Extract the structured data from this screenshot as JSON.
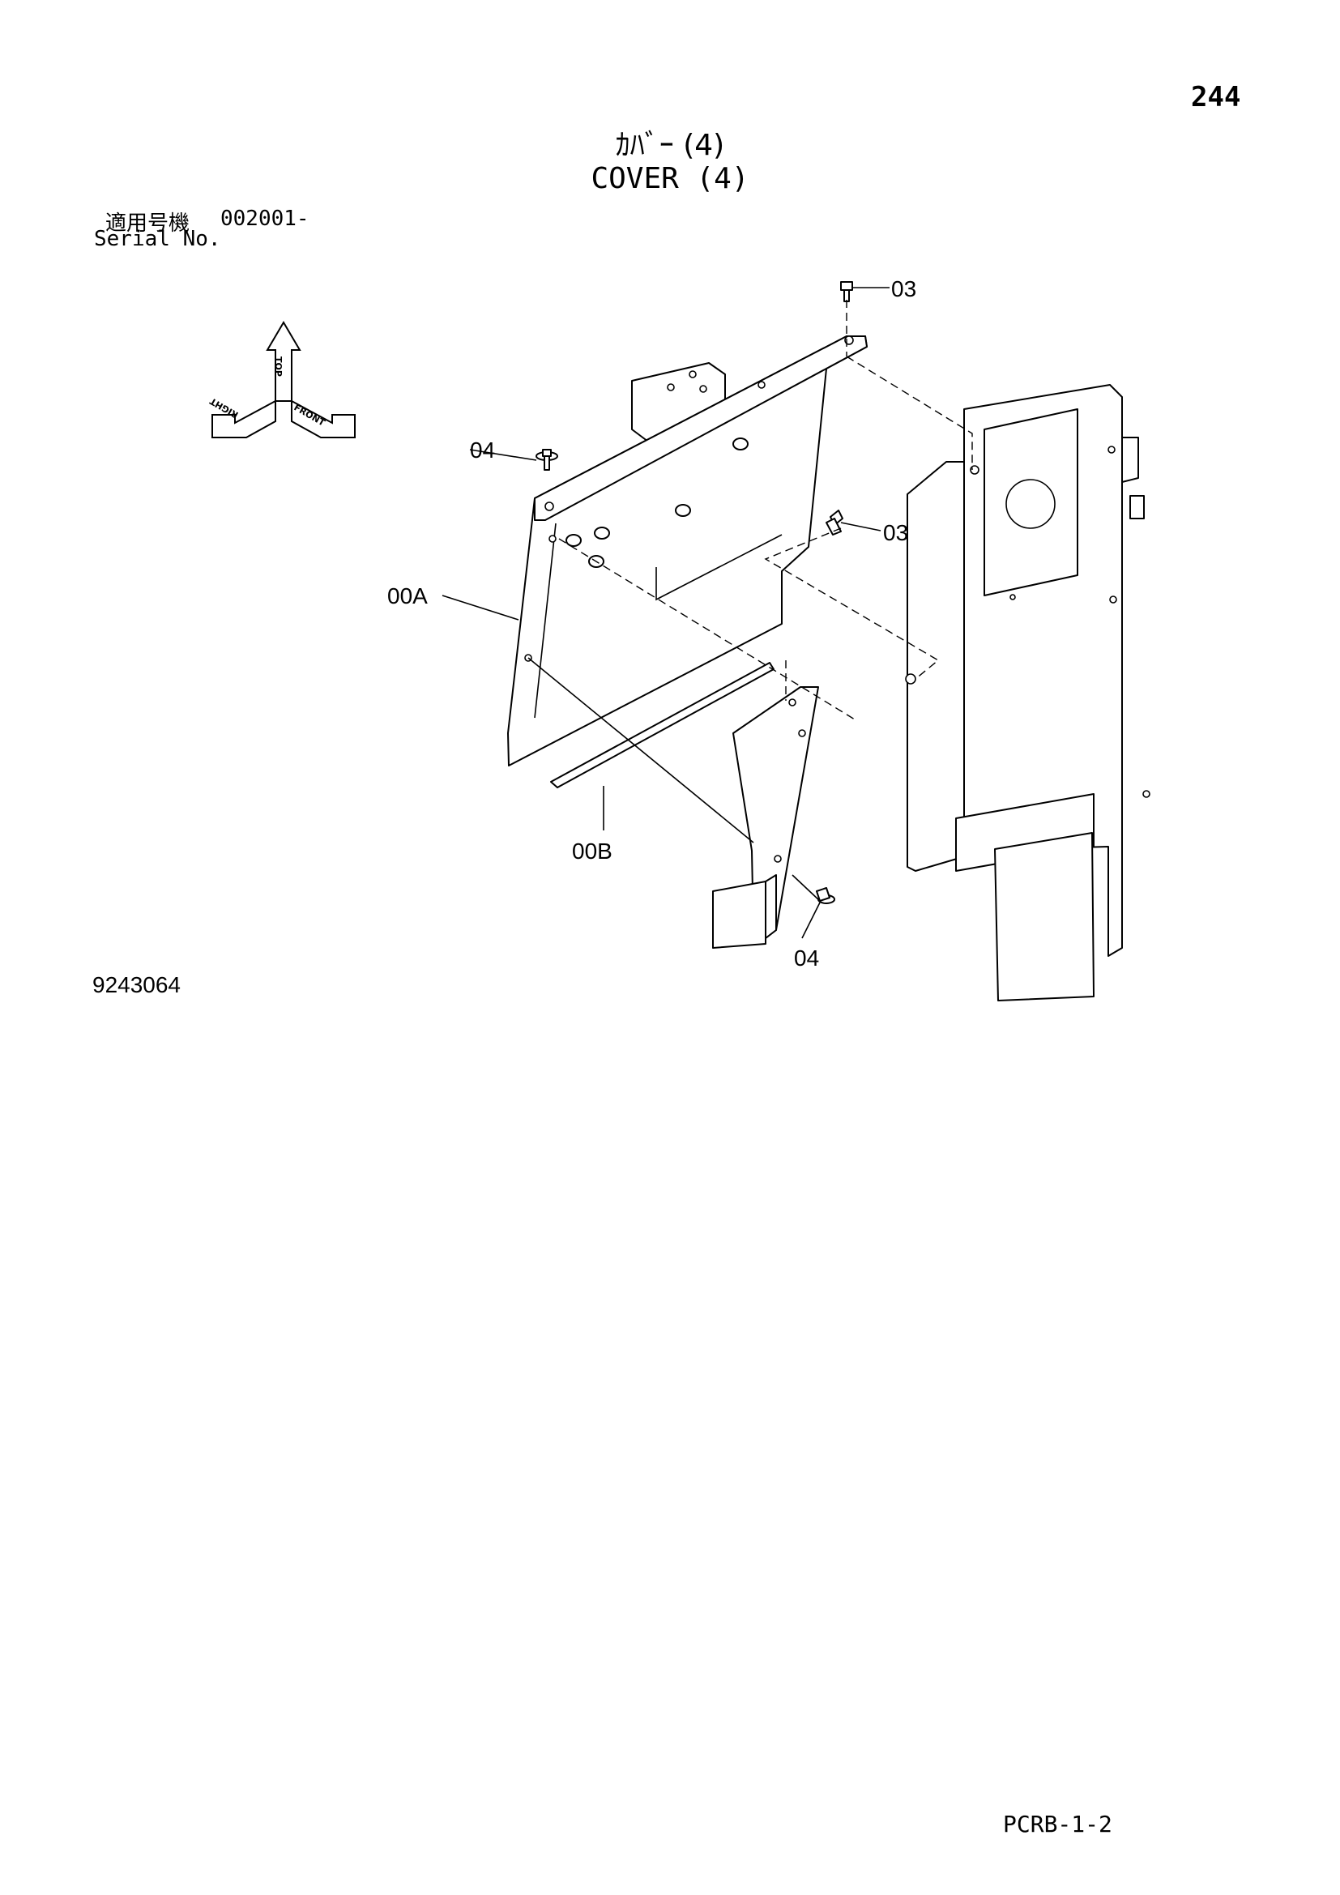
{
  "page_number": "244",
  "title_jp": "ｶﾊﾞｰ (4)",
  "title_en": "COVER (4)",
  "serial": {
    "label_jp": "適用号機",
    "range": "002001-",
    "label_en": "Serial No."
  },
  "orientation_labels": {
    "top": "TOP",
    "front": "FRONT",
    "right": "RIGHT"
  },
  "callouts": {
    "bolt_top": "03",
    "bolt_mid": "03",
    "bolt_left": "04",
    "bolt_bottom": "04",
    "cover_panel": "00A",
    "seal_strip": "00B"
  },
  "drawing_number": "9243064",
  "footer_code": "PCRB-1-2"
}
